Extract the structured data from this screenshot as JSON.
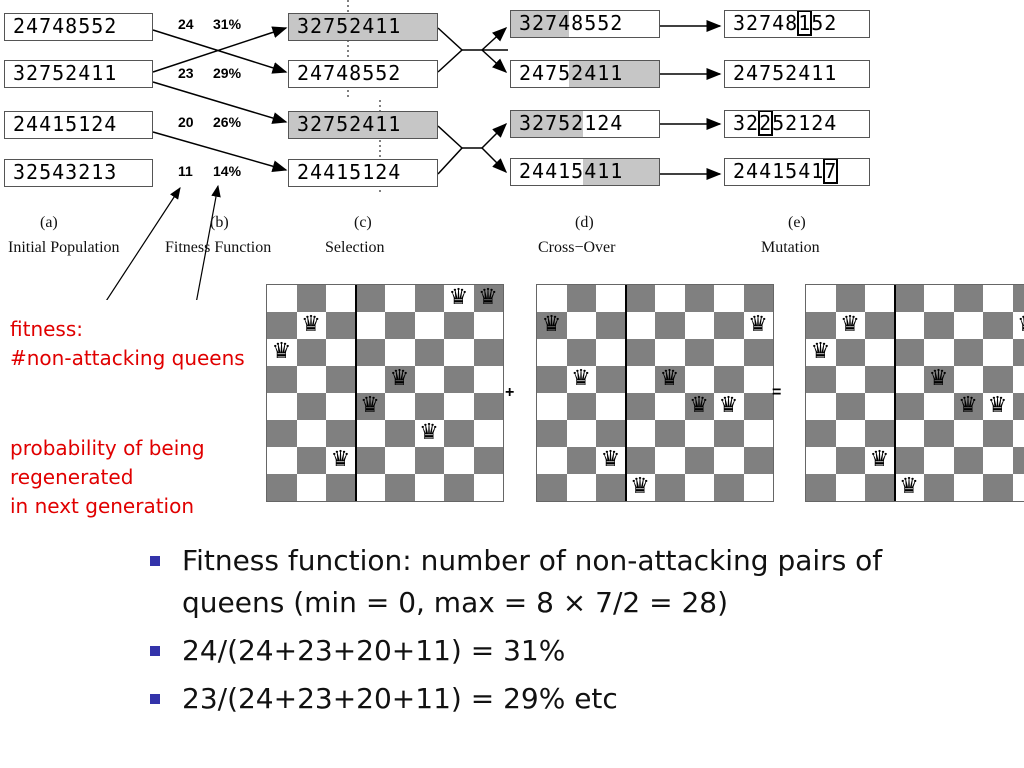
{
  "initial_population": [
    "24748552",
    "32752411",
    "24415124",
    "32543213"
  ],
  "fitness": [
    {
      "value": "24",
      "pct": "31%"
    },
    {
      "value": "23",
      "pct": "29%"
    },
    {
      "value": "20",
      "pct": "26%"
    },
    {
      "value": "11",
      "pct": "14%"
    }
  ],
  "selection": [
    "32752411",
    "24748552",
    "32752411",
    "24415124"
  ],
  "crossover": [
    "32748552",
    "24752411",
    "32752124",
    "24415411"
  ],
  "mutation": [
    {
      "pre": "32748",
      "box": "1",
      "post": "52"
    },
    {
      "pre": "24752411",
      "box": "",
      "post": ""
    },
    {
      "pre": "32",
      "box": "2",
      "post": "52124"
    },
    {
      "pre": "2441541",
      "box": "7",
      "post": ""
    }
  ],
  "captions": [
    {
      "letter": "(a)",
      "name": "Initial Population"
    },
    {
      "letter": "(b)",
      "name": "Fitness Function"
    },
    {
      "letter": "(c)",
      "name": "Selection"
    },
    {
      "letter": "(d)",
      "name": "Cross−Over"
    },
    {
      "letter": "(e)",
      "name": "Mutation"
    }
  ],
  "annotations": {
    "fitness_line1": "fitness:",
    "fitness_line2": "#non-attacking queens",
    "prob_line1": "probability of being",
    "prob_line2": "regenerated",
    "prob_line3": "in next generation"
  },
  "boards": [
    {
      "queen_rows": [
        6,
        7,
        2,
        4,
        5,
        3,
        8,
        8
      ]
    },
    {
      "queen_rows": [
        7,
        5,
        2,
        1,
        5,
        4,
        4,
        7
      ]
    },
    {
      "queen_rows": [
        6,
        7,
        2,
        1,
        5,
        4,
        4,
        7
      ]
    }
  ],
  "operators": {
    "plus": "+",
    "equals": "="
  },
  "bullets": [
    "Fitness function: number of non-attacking pairs of queens (min = 0, max = 8 × 7/2 = 28)",
    "24/(24+23+20+11) = 31%",
    "23/(24+23+20+11) = 29% etc"
  ],
  "colors": {
    "highlight": "#c6c6c6",
    "annotation": "#e00000",
    "bullet": "#3333aa",
    "dark_square": "#808080",
    "light_square": "#ffffff"
  }
}
